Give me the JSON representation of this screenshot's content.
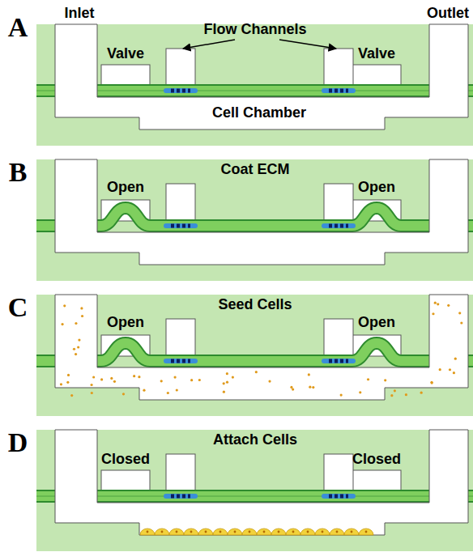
{
  "diagram": {
    "labels": [
      "A",
      "Inlet",
      "Outlet",
      "Valve",
      "Flow Channels",
      "Valve",
      "Cell Chamber",
      "B",
      "Coat ECM",
      "Open",
      "Open",
      "C",
      "Seed Cells",
      "Open",
      "Open",
      "D",
      "Attach Cells",
      "Closed",
      "Closed"
    ]
  }
}
